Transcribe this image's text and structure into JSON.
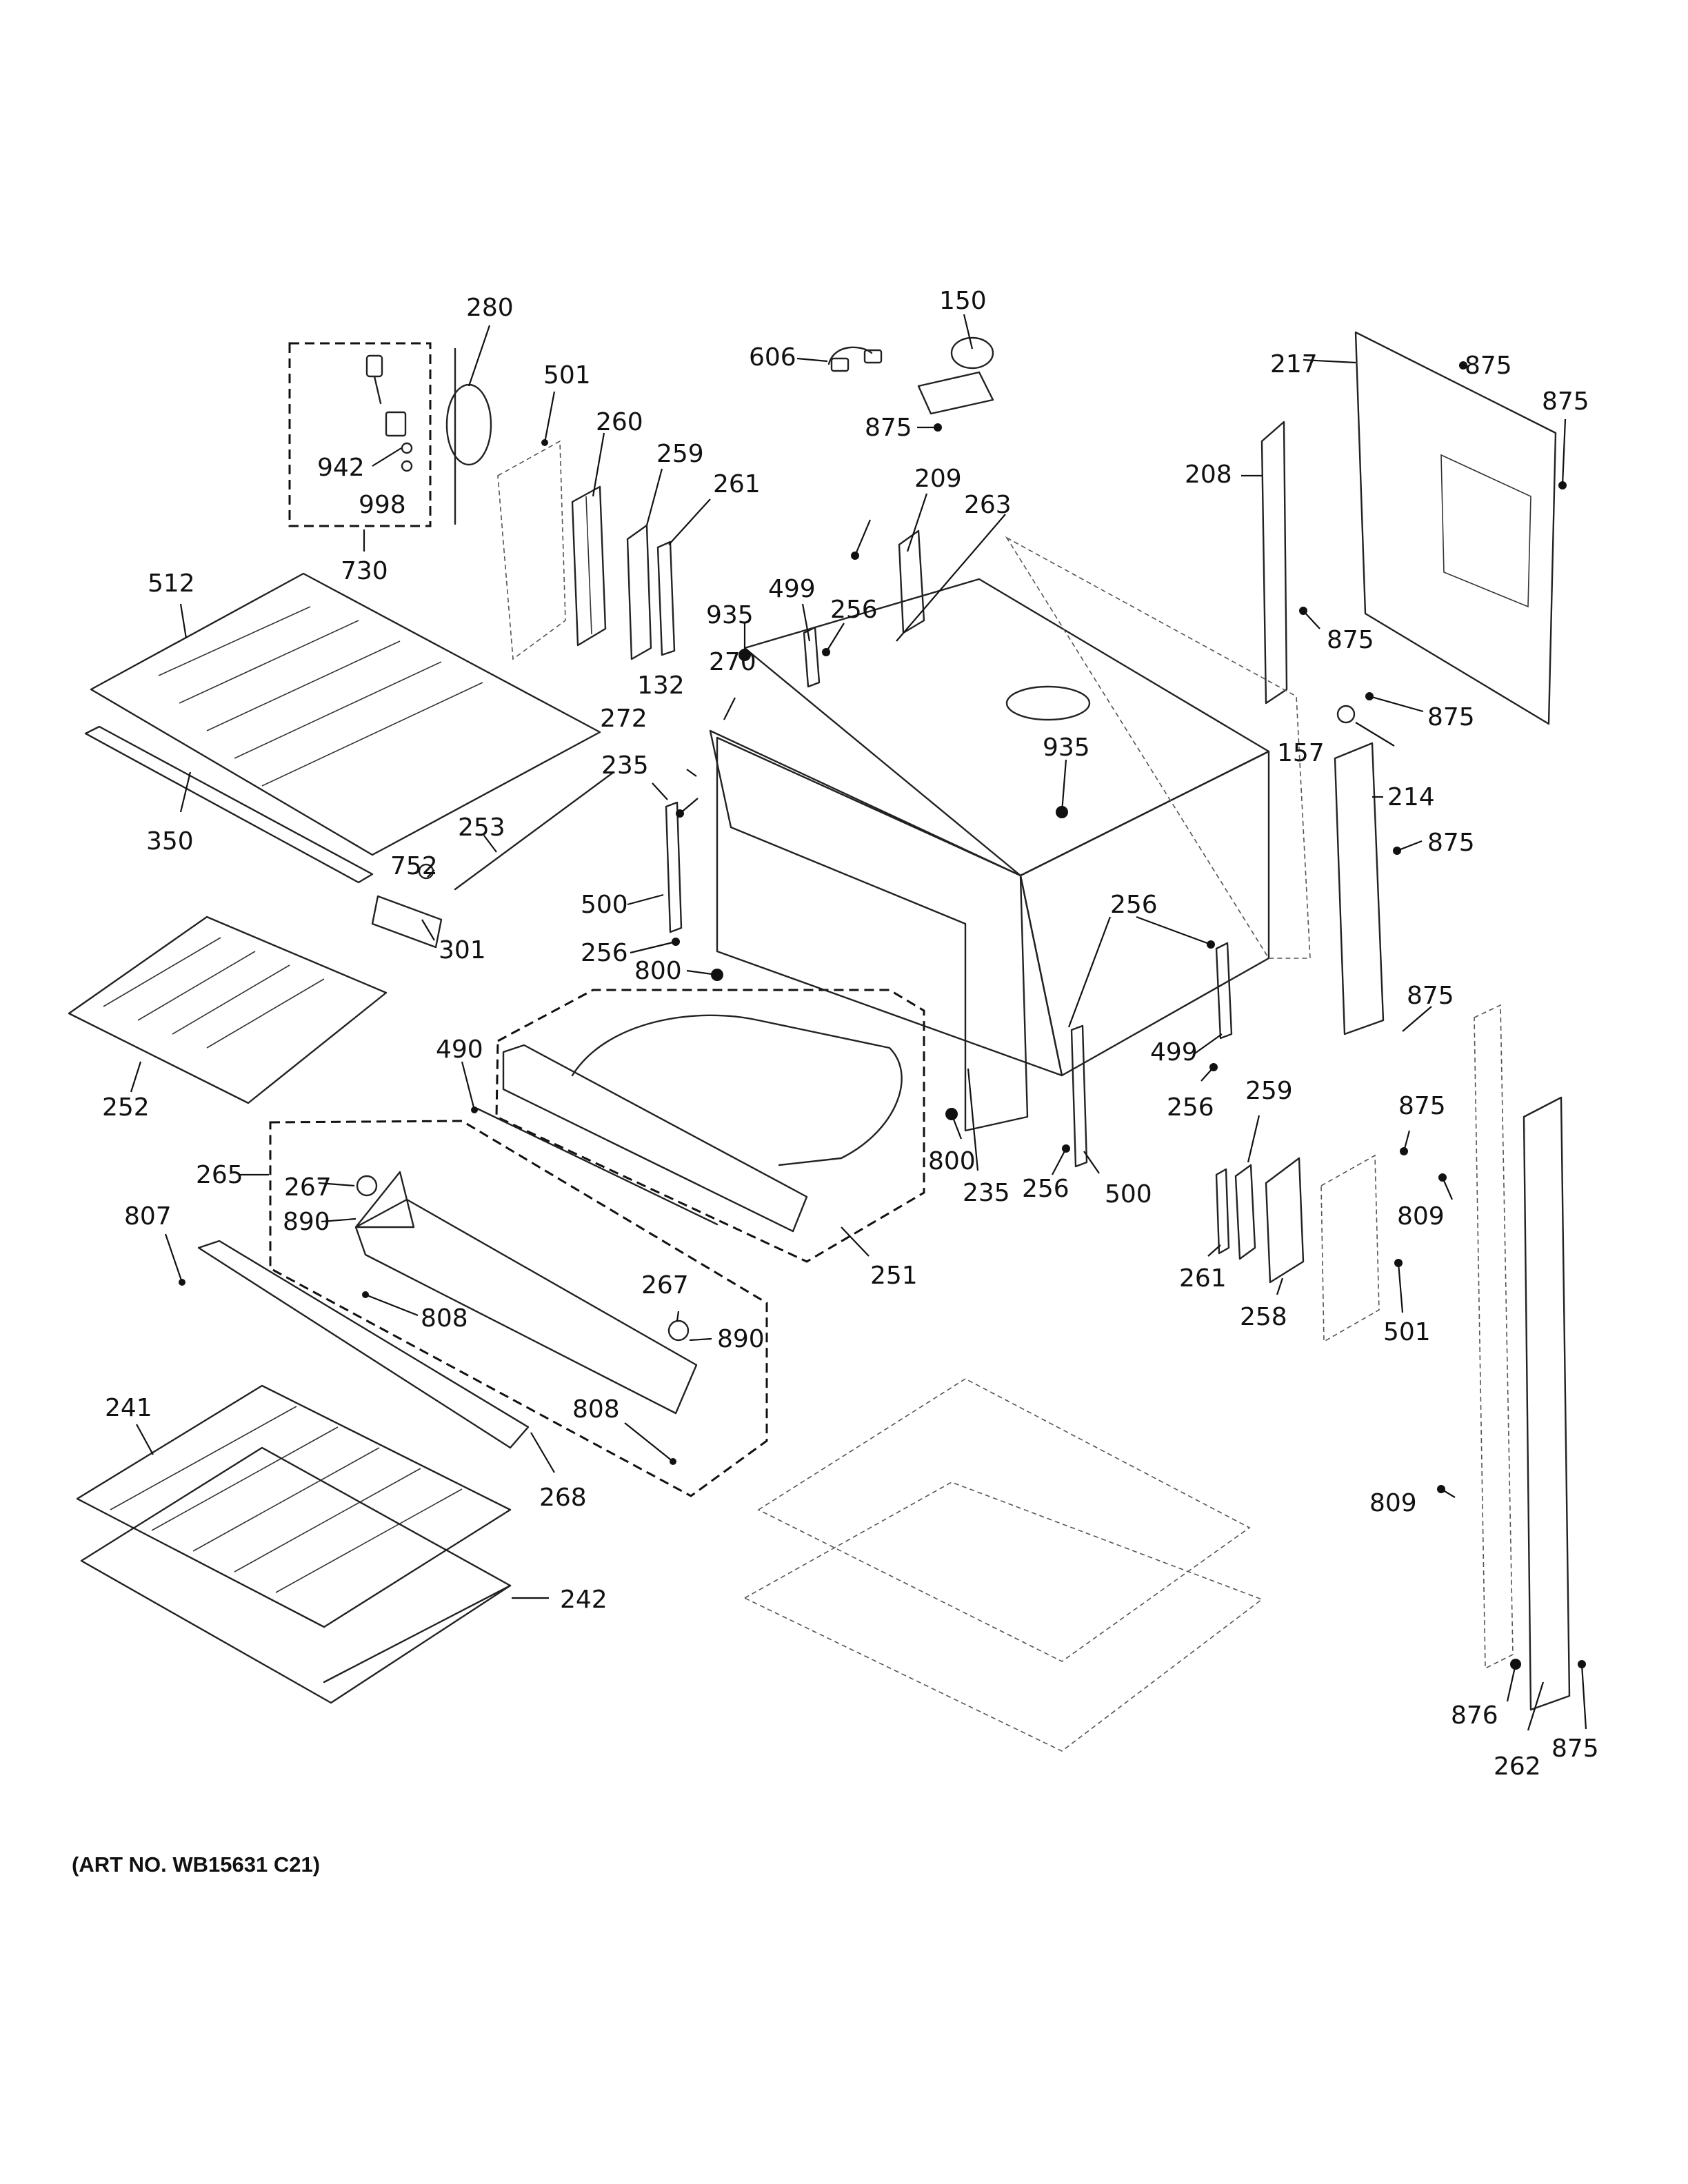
{
  "art_number": "(ART NO. WB15631 C21)",
  "callouts": [
    "280",
    "501",
    "260",
    "259",
    "261",
    "942",
    "998",
    "730",
    "606",
    "150",
    "875",
    "209",
    "263",
    "499",
    "256",
    "935",
    "270",
    "132",
    "272",
    "217",
    "875",
    "875",
    "208",
    "875",
    "157",
    "875",
    "214",
    "875",
    "512",
    "350",
    "235",
    "253",
    "752",
    "500",
    "256",
    "800",
    "301",
    "252",
    "490",
    "265",
    "267",
    "890",
    "807",
    "808",
    "267",
    "890",
    "808",
    "241",
    "268",
    "242",
    "935",
    "256",
    "499",
    "256",
    "500",
    "235",
    "800",
    "256",
    "251",
    "875",
    "259",
    "261",
    "258",
    "875",
    "809",
    "501",
    "809",
    "876",
    "262",
    "875"
  ]
}
